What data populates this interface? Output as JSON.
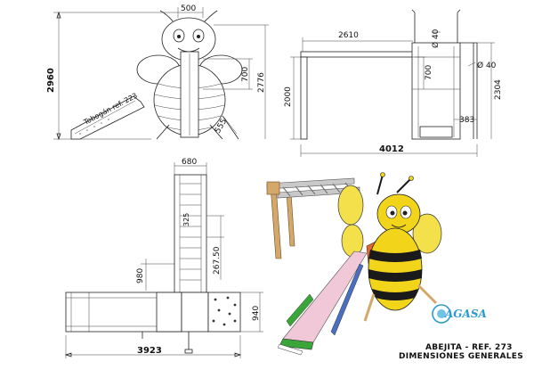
{
  "front_view": {
    "dim_head_width": "500",
    "dim_total_height": "2960",
    "dim_body_height": "2776",
    "dim_ladder_section": "700",
    "dim_slide_height": "555",
    "slide_label": "Tobogán ref. 223"
  },
  "side_view": {
    "dim_bar_length": "2610",
    "dim_post_height": "2000",
    "dim_total_height": "2304",
    "dim_tower_section": "700",
    "dim_pipe_diameter_1": "Ø 40",
    "dim_pipe_diameter_2": "Ø 40",
    "dim_slide_width": "383",
    "dim_total_length": "4012"
  },
  "top_view": {
    "dim_ladder_width": "680",
    "dim_rung_spacing": "325",
    "dim_step_spacing": "267.50",
    "dim_base_width": "980",
    "dim_platform_depth": "940",
    "dim_total_length": "3923"
  },
  "caption": {
    "title": "ABEJITA - REF. 273",
    "subtitle": "DIMENSIONES GENERALES"
  },
  "logo": {
    "text": "AGASA"
  },
  "colors": {
    "bee_yellow": "#f2d51a",
    "bee_black": "#1a1a1a",
    "wing_yellow": "#f4e04a",
    "slide_pink": "#f0c8d8",
    "slide_green": "#3aa63a",
    "slide_blue": "#4a6fc2",
    "wood": "#d4a86a",
    "bar_gray": "#c9c9c9",
    "orange": "#e6672a"
  }
}
